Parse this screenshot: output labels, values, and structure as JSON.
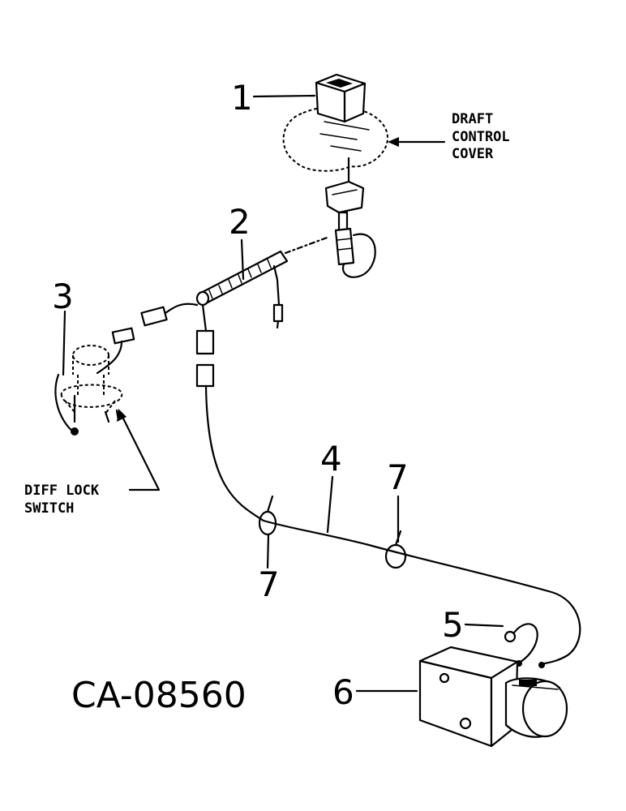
{
  "callouts": {
    "c1": "1",
    "c2": "2",
    "c3": "3",
    "c4": "4",
    "c5": "5",
    "c6": "6",
    "c7a": "7",
    "c7b": "7"
  },
  "labels": {
    "draft_cover": [
      "DRAFT",
      "CONTROL",
      "COVER"
    ],
    "diff_lock": [
      "DIFF LOCK",
      "SWITCH"
    ]
  },
  "figure_code": "CA-08560"
}
